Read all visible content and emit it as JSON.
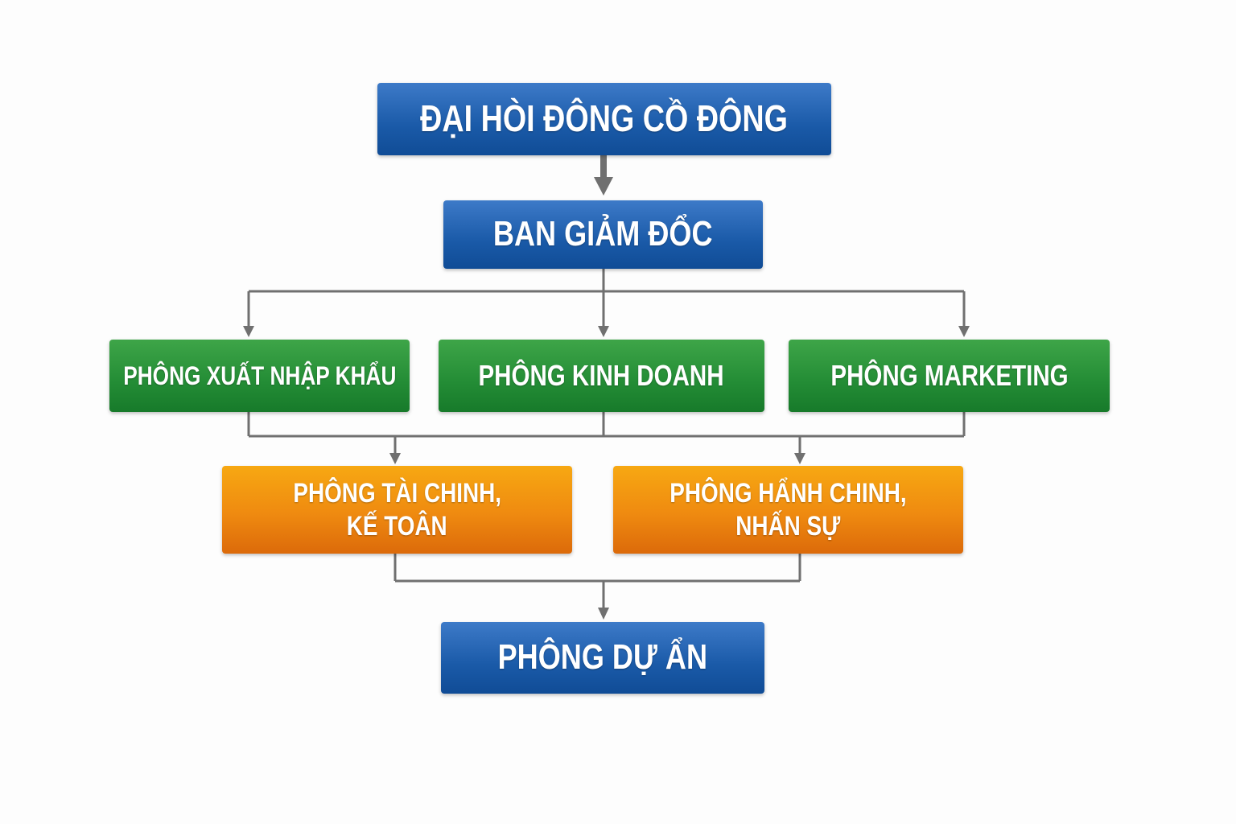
{
  "colors": {
    "blue": "#1a5aa8",
    "green": "#238c35",
    "orange": "#ef8a10",
    "connector": "#707070"
  },
  "nodes": {
    "shareholders": "ĐẠI HÒI ĐÔNG CỒ ĐÔNG",
    "directors": "BAN GIẢM ĐỔC",
    "import_export": "PHÔNG XUẤT NHẬP KHẨU",
    "sales": "PHÔNG KINH DOANH",
    "marketing": "PHÔNG MARKETING",
    "finance": {
      "line1": "PHÔNG TÀI CHINH,",
      "line2": "KẾ TOÂN"
    },
    "admin_hr": {
      "line1": "PHÔNG HẨNH CHINH,",
      "line2": "NHẤN SỰ"
    },
    "projects": "PHÔNG DỰ ẨN"
  },
  "edges": [
    [
      "shareholders",
      "directors"
    ],
    [
      "directors",
      "import_export"
    ],
    [
      "directors",
      "sales"
    ],
    [
      "directors",
      "marketing"
    ],
    [
      "import_export",
      "finance"
    ],
    [
      "sales",
      "finance"
    ],
    [
      "marketing",
      "admin_hr"
    ],
    [
      "finance",
      "projects"
    ],
    [
      "admin_hr",
      "projects"
    ]
  ]
}
